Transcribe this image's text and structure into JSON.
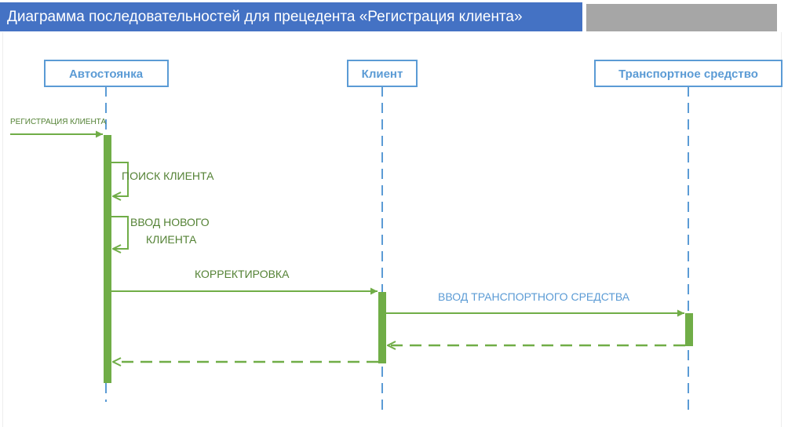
{
  "title": "Диаграмма последовательностей для прецедента «Регистрация клиента»",
  "colors": {
    "title_bg": "#4472C4",
    "lifeline": "#5B9BD5",
    "message": "#70AD47",
    "message_text": "#548235",
    "grey_block": "#A6A6A6"
  },
  "participants": [
    {
      "name": "Автостоянка"
    },
    {
      "name": "Клиент"
    },
    {
      "name": "Транспортное средство"
    }
  ],
  "messages": {
    "registration": "РЕГИСТРАЦИЯ КЛИЕНТА",
    "search": "ПОИСК КЛИЕНТА",
    "new_client_line1": "ВВОД НОВОГО",
    "new_client_line2": "КЛИЕНТА",
    "correction": "КОРРЕКТИРОВКА",
    "vehicle_input": "ВВОД ТРАНСПОРТНОГО СРЕДСТВА"
  }
}
